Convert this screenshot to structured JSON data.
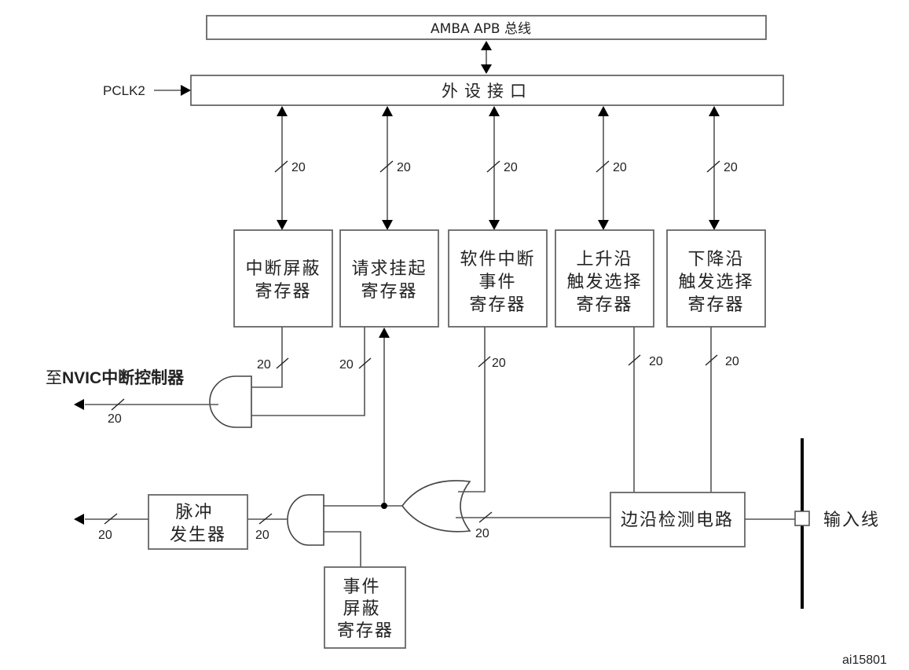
{
  "diagram": {
    "bus": {
      "label": "AMBA APB 总线"
    },
    "peripheral_interface": {
      "label": "外设接口"
    },
    "clock": {
      "label": "PCLK2"
    },
    "bus_width": "20",
    "registers": [
      {
        "id": "interrupt-mask",
        "lines": [
          "中断屏蔽",
          "寄存器"
        ]
      },
      {
        "id": "pending-request",
        "lines": [
          "请求挂起",
          "寄存器"
        ]
      },
      {
        "id": "software-interrupt-event",
        "lines": [
          "软件中断",
          "事件",
          "寄存器"
        ]
      },
      {
        "id": "rising-trigger",
        "lines": [
          "上升沿",
          "触发选择",
          "寄存器"
        ]
      },
      {
        "id": "falling-trigger",
        "lines": [
          "下降沿",
          "触发选择",
          "寄存器"
        ]
      }
    ],
    "nvic_output": {
      "label": "至NVIC中断控制器",
      "prefix": "至",
      "bold": "NVIC",
      "suffix": "中断控制器"
    },
    "pulse_generator": {
      "lines": [
        "脉冲",
        "发生器"
      ]
    },
    "event_mask": {
      "lines": [
        "事件",
        "屏蔽",
        "寄存器"
      ]
    },
    "edge_detect": {
      "label": "边沿检测电路"
    },
    "input_line": {
      "label": "输入线"
    },
    "figure_id": "ai15801"
  }
}
